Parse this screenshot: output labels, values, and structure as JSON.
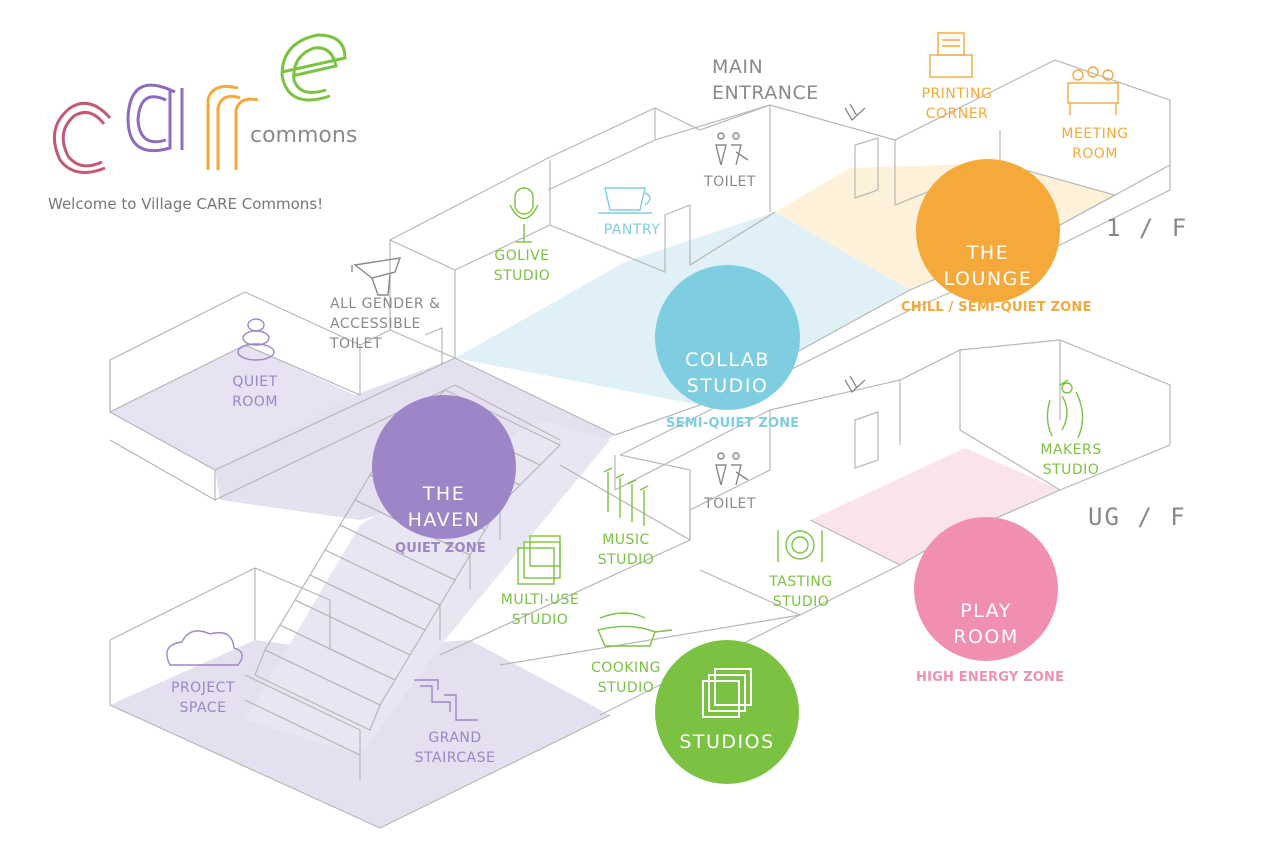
{
  "brand": {
    "logo_letters": [
      "c",
      "a",
      "r",
      "e"
    ],
    "logo_sub": "commons",
    "welcome": "Welcome to Village CARE Commons!"
  },
  "colors": {
    "purple": "#9d85c7",
    "blue": "#7fcde0",
    "orange": "#f5a93a",
    "green": "#7cc242",
    "pink": "#f08fb1",
    "gray_label": "#8a8a8a",
    "logo_c": "#c25a73",
    "logo_a": "#8e6bbf",
    "logo_r": "#f5a93a",
    "logo_e": "#7cc242"
  },
  "floors": {
    "upper": "1 / F",
    "lower": "UG / F"
  },
  "entrance": "MAIN ENTRANCE",
  "rooms": {
    "printing": "PRINTING CORNER",
    "meeting": "MEETING ROOM",
    "toilet_upper": "TOILET",
    "pantry": "PANTRY",
    "golive": "GOLIVE STUDIO",
    "all_gender": "ALL GENDER & ACCESSIBLE TOILET",
    "quiet_room": "QUIET ROOM",
    "toilet_lower": "TOILET",
    "makers": "MAKERS STUDIO",
    "music": "MUSIC STUDIO",
    "multi_use": "MULTI-USE STUDIO",
    "tasting": "TASTING STUDIO",
    "cooking": "COOKING STUDIO",
    "project_space": "PROJECT SPACE",
    "grand_staircase": "GRAND STAIRCASE"
  },
  "hubs": {
    "lounge": {
      "name": "THE LOUNGE",
      "zone": "CHILL / SEMI-QUIET ZONE"
    },
    "collab": {
      "name": "COLLAB STUDIO",
      "zone": "SEMI-QUIET ZONE"
    },
    "haven": {
      "name": "THE HAVEN",
      "zone": "QUIET ZONE"
    },
    "playroom": {
      "name": "PLAY ROOM",
      "zone": "HIGH ENERGY ZONE"
    },
    "studios": {
      "name": "STUDIOS"
    }
  }
}
